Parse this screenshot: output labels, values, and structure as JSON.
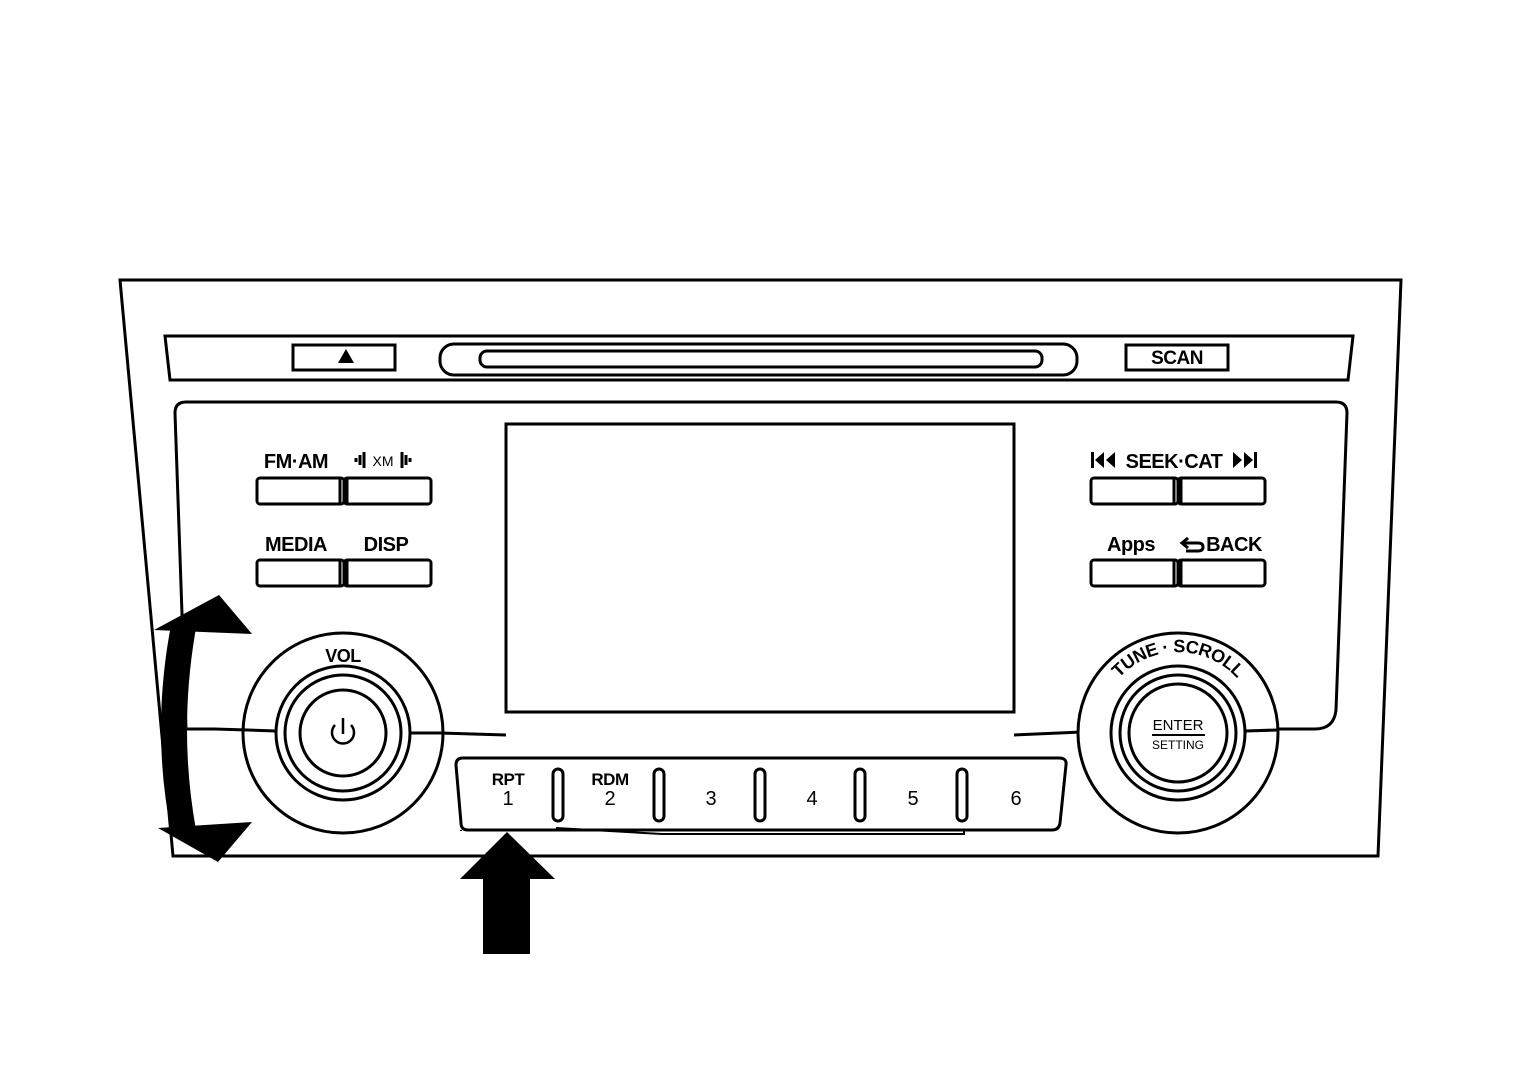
{
  "top_bar": {
    "eject_icon": "eject-icon",
    "scan_label": "SCAN"
  },
  "left_buttons": {
    "fm_am_label": "FM·AM",
    "xm_label": "XM",
    "media_label": "MEDIA",
    "disp_label": "DISP"
  },
  "right_buttons": {
    "seek_cat_label": "SEEK·CAT",
    "apps_label": "Apps",
    "back_label": "BACK"
  },
  "knobs": {
    "vol_label": "VOL",
    "power_icon": "power-icon",
    "tune_scroll_label": "TUNE · SCROLL",
    "enter_label": "ENTER",
    "setting_label": "SETTING"
  },
  "presets": [
    {
      "top": "RPT",
      "number": "1"
    },
    {
      "top": "RDM",
      "number": "2"
    },
    {
      "top": "",
      "number": "3"
    },
    {
      "top": "",
      "number": "4"
    },
    {
      "top": "",
      "number": "5"
    },
    {
      "top": "",
      "number": "6"
    }
  ],
  "annotations": {
    "rotate_arrow": "curved-double-arrow-icon",
    "press_arrow": "up-arrow-icon"
  }
}
